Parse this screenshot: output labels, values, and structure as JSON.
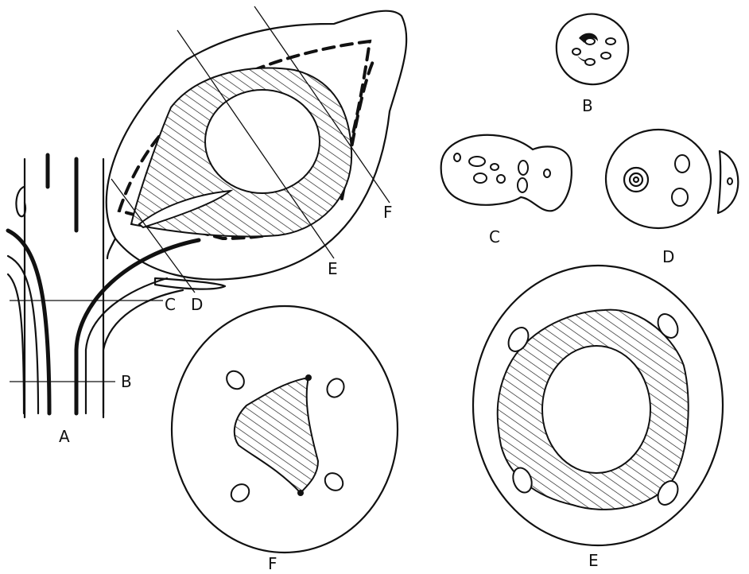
{
  "labels": {
    "a": "A",
    "b": "B",
    "c": "C",
    "d": "D",
    "e": "E",
    "f": "F",
    "line_b": "B",
    "line_c": "C",
    "line_d": "D",
    "line_e": "E",
    "line_f": "F"
  },
  "colors": {
    "ink": "#111111",
    "paper": "#ffffff"
  }
}
